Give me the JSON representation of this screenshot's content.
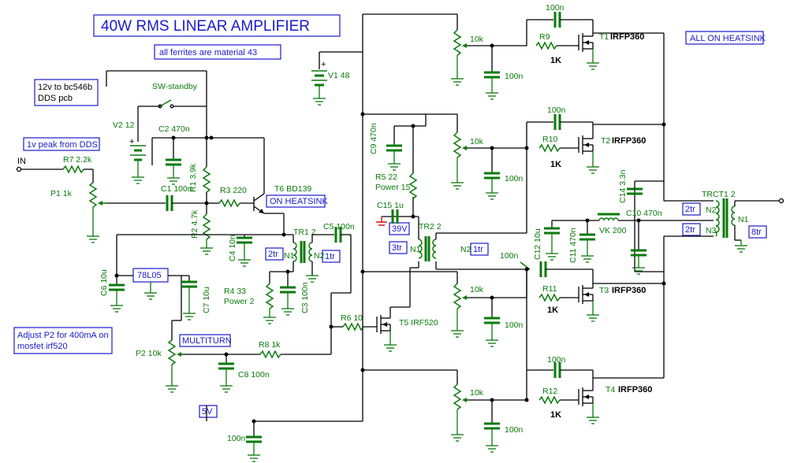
{
  "title": "40W RMS LINEAR AMPLIFIER",
  "notes": {
    "ferrites": "all ferrites are material 43",
    "heatsink": "ALL ON HEATSINK",
    "power_note_1": "12v to bc546b",
    "power_note_2": "DDS pcb",
    "dds_input": "1v peak from DDS",
    "adjust_1": "Adjust P2 for 400mA on",
    "adjust_2": "mosfet  irf520",
    "multiturn": "MULTITURN",
    "on_heatsink": "ON HEATSINK",
    "regulator": "78L05",
    "v5": "5V",
    "v39": "39V",
    "tr1_pri": "2tr",
    "tr1_sec": "1tr",
    "tr2_pri": "3tr",
    "tr2_sec": "1tr",
    "trct_a": "2tr",
    "trct_b": "2tr",
    "trct_out": "8tr"
  },
  "labels": {
    "in": "IN",
    "sw": "SW-standby",
    "v2": "V2 12",
    "v1": "V1 48",
    "c2": "C2 470n",
    "r7": "R7 2.2k",
    "p1": "P1 1k",
    "c1": "C1 100n",
    "r1": "R1 3.9k",
    "r3": "R3 220",
    "t6": "T6 BD139",
    "r2": "R2 4.7k",
    "c4": "C4 10n",
    "tr1": "TR1 2",
    "c5": "C5 100n",
    "n1": "N1",
    "n2": "N2",
    "n3": "N3",
    "r4a": "R4 33",
    "r4b": "Power 2",
    "c3": "C3 100n",
    "c6": "C6 10u",
    "c7": "C7 10u",
    "r6": "R6 10",
    "t5": "T5 IRF520",
    "p2": "P2 10k",
    "r8": "R8 1k",
    "c8": "C8 100n",
    "c100n": "100n",
    "c9": "C9 470n",
    "r5a": "R5 22",
    "r5b": "Power 15",
    "c15": "C15 1u",
    "tr2": "TR2 2",
    "c12": "C12 10u",
    "c11": "C11 470n",
    "c14": "C14 3.3n",
    "c10": "C10 470n",
    "vk": "VK 200",
    "trct": "TRCT1 2",
    "pot10k": "10k",
    "r9": "R9",
    "r10": "R10",
    "r11": "R11",
    "r12": "R12",
    "k1": "1K",
    "t1": "T1",
    "t2": "T2",
    "t3": "T3",
    "t4": "T4",
    "irfp": "IRFP360",
    "plus": "+"
  }
}
